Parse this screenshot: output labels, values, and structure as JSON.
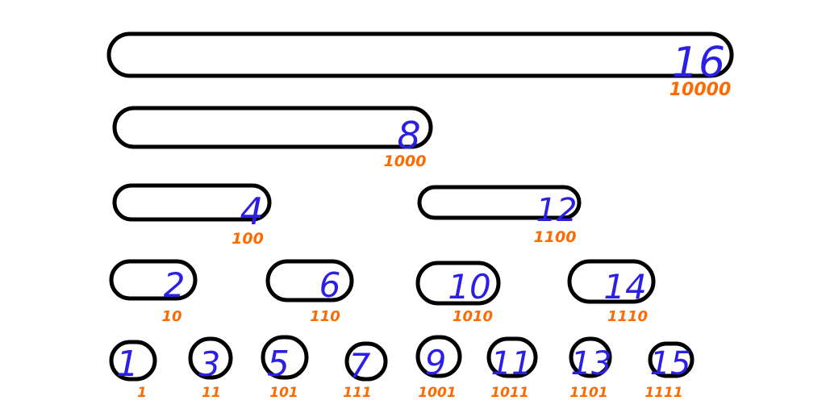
{
  "colors": {
    "outline": "#000000",
    "number": "#2b1fe6",
    "binary": "#ff6a00",
    "background": "#ffffff"
  },
  "nodes": [
    {
      "id": "n16",
      "value": "16",
      "binary": "10000"
    },
    {
      "id": "n8",
      "value": "8",
      "binary": "1000"
    },
    {
      "id": "n4",
      "value": "4",
      "binary": "100"
    },
    {
      "id": "n12",
      "value": "12",
      "binary": "1100"
    },
    {
      "id": "n2",
      "value": "2",
      "binary": "10"
    },
    {
      "id": "n6",
      "value": "6",
      "binary": "110"
    },
    {
      "id": "n10",
      "value": "10",
      "binary": "1010"
    },
    {
      "id": "n14",
      "value": "14",
      "binary": "1110"
    },
    {
      "id": "n1",
      "value": "1",
      "binary": "1"
    },
    {
      "id": "n3",
      "value": "3",
      "binary": "11"
    },
    {
      "id": "n5",
      "value": "5",
      "binary": "101"
    },
    {
      "id": "n7",
      "value": "7",
      "binary": "111"
    },
    {
      "id": "n9",
      "value": "9",
      "binary": "1001"
    },
    {
      "id": "n11",
      "value": "11",
      "binary": "1011"
    },
    {
      "id": "n13",
      "value": "13",
      "binary": "1101"
    },
    {
      "id": "n15",
      "value": "15",
      "binary": "1111"
    }
  ]
}
